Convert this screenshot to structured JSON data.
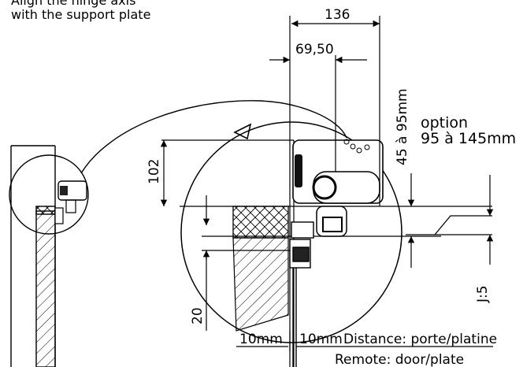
{
  "header_note": {
    "line1": "Align the hinge axis",
    "line2": "with the support plate"
  },
  "dimensions": {
    "width_total": "136",
    "width_half": "69,50",
    "height_range": "45 à 95mm",
    "height_102": "102",
    "height_20": "20",
    "gap_j5": "J:5",
    "gap_left_10mm": "10mm",
    "gap_right_10mm": "10mm"
  },
  "option_note": {
    "line1": "option",
    "line2": "95 à 145mm"
  },
  "distance_note": {
    "fr": "Distance: porte/platine",
    "en": "Remote: door/plate"
  }
}
